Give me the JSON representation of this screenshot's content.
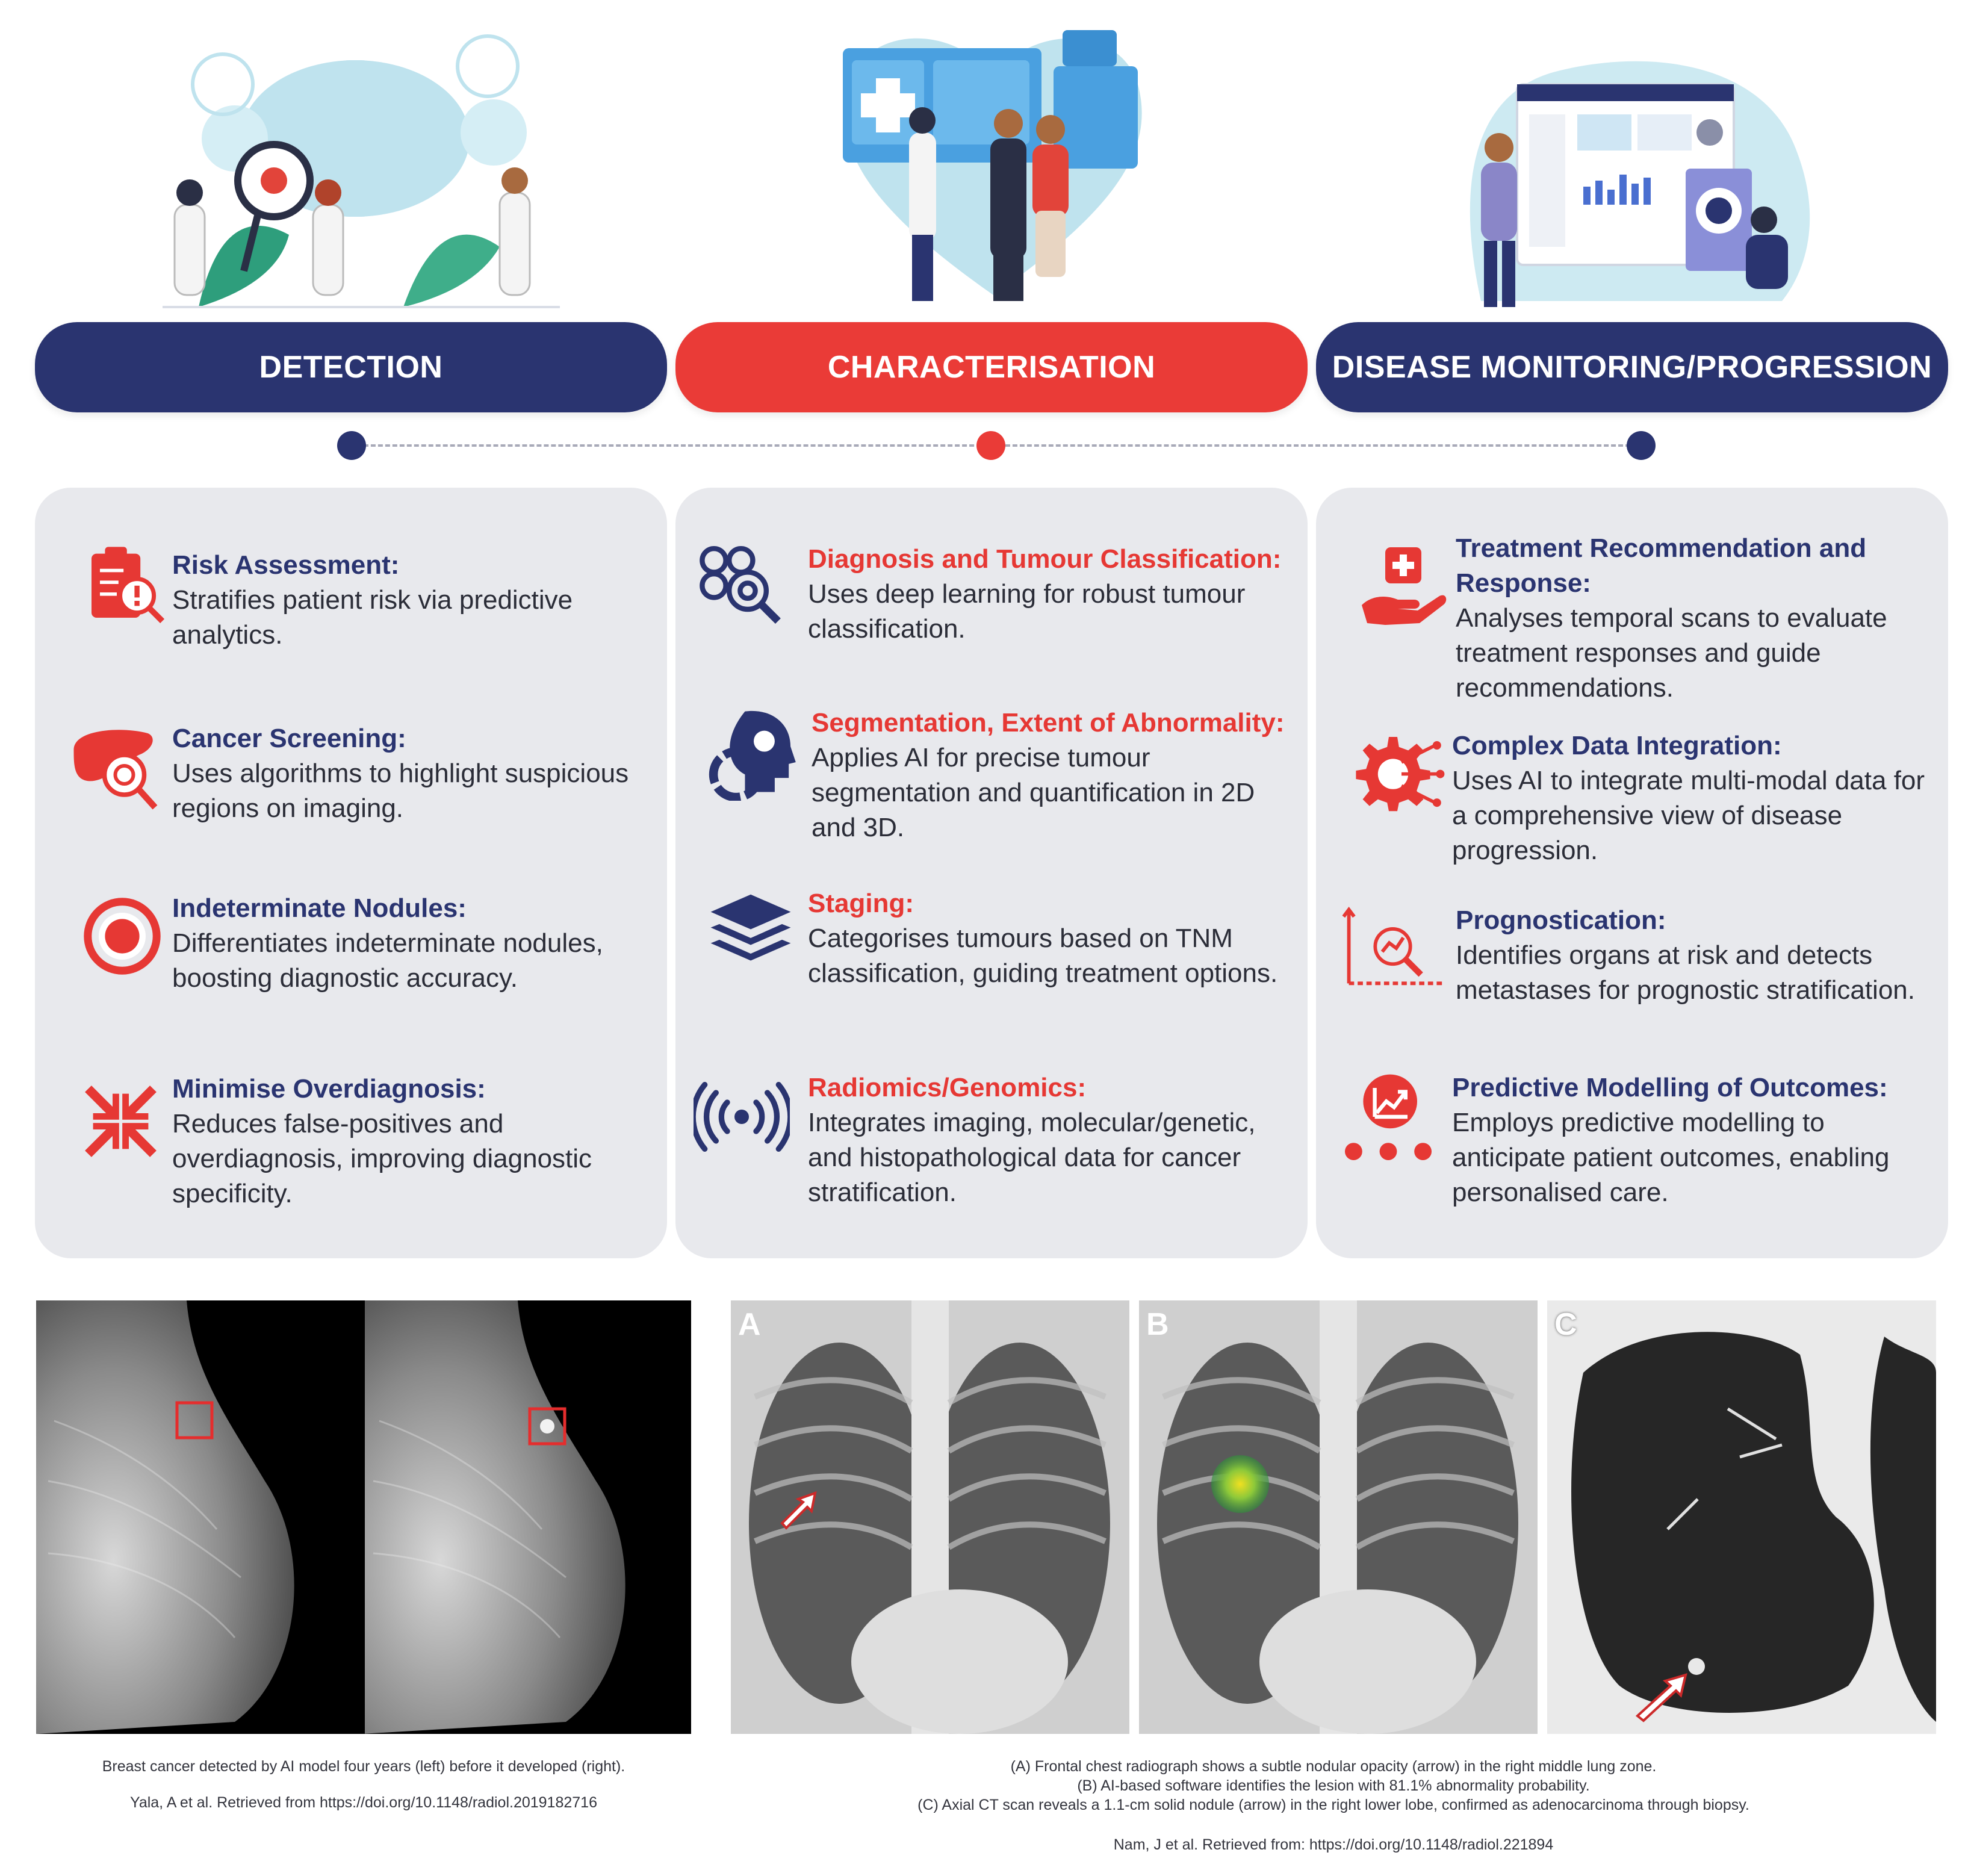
{
  "stages": [
    {
      "label": "DETECTION",
      "color": "#2a3470"
    },
    {
      "label": "CHARACTERISATION",
      "color": "#ea3b37"
    },
    {
      "label": "DISEASE MONITORING/PROGRESSION",
      "color": "#2a3470"
    }
  ],
  "detection": [
    {
      "title": "Risk Assessment:",
      "desc": "Stratifies patient risk via predictive analytics.",
      "icon": "clipboard-warning-icon"
    },
    {
      "title": "Cancer Screening:",
      "desc": "Uses algorithms to highlight suspicious regions on imaging.",
      "icon": "liver-magnifier-icon"
    },
    {
      "title": "Indeterminate Nodules:",
      "desc": "Differentiates indeterminate nodules, boosting diagnostic accuracy.",
      "icon": "target-icon"
    },
    {
      "title": "Minimise Overdiagnosis:",
      "desc": "Reduces false-positives and overdiagnosis, improving diagnostic specificity.",
      "icon": "compress-arrows-icon"
    }
  ],
  "characterisation": [
    {
      "title": "Diagnosis and Tumour Classification:",
      "desc": "Uses deep learning for robust tumour classification.",
      "icon": "cells-magnifier-icon"
    },
    {
      "title": "Segmentation, Extent of Abnormality:",
      "desc": "Applies AI for precise tumour segmentation and quantification in 2D and 3D.",
      "icon": "head-segmentation-icon"
    },
    {
      "title": "Staging:",
      "desc": "Categorises tumours based on TNM classification, guiding treatment options.",
      "icon": "layers-icon"
    },
    {
      "title": "Radiomics/Genomics:",
      "desc": "Integrates imaging, molecular/genetic, and histopathological data for cancer stratification.",
      "icon": "radio-waves-icon"
    }
  ],
  "monitoring": [
    {
      "title": "Treatment Recommendation and Response:",
      "desc": "Analyses temporal scans to evaluate treatment responses and guide recommendations.",
      "icon": "hand-medical-icon"
    },
    {
      "title": "Complex Data Integration:",
      "desc": "Uses AI to integrate multi-modal data for a comprehensive view of disease progression.",
      "icon": "gear-circuit-icon"
    },
    {
      "title": "Prognostication:",
      "desc": "Identifies organs at risk and detects metastases for prognostic stratification.",
      "icon": "chart-magnifier-icon"
    },
    {
      "title": "Predictive Modelling of Outcomes:",
      "desc": "Employs predictive modelling to anticipate patient outcomes, enabling personalised care.",
      "icon": "trend-chart-icon"
    }
  ],
  "images": {
    "panel_letters": [
      "A",
      "B",
      "C"
    ],
    "left_caption": "Breast cancer detected by AI model four years (left) before it developed (right).",
    "left_source": "Yala, A et al. Retrieved from https://doi.org/10.1148/radiol.2019182716",
    "right_caption_a": "(A) Frontal chest radiograph shows a subtle nodular opacity (arrow) in the right middle lung zone.",
    "right_caption_b": "(B) AI-based software identifies the lesion with 81.1% abnormality probability.",
    "right_caption_c": "(C) Axial CT scan reveals a 1.1-cm solid nodule (arrow) in the right lower lobe, confirmed as adenocarcinoma through biopsy.",
    "right_source": "Nam, J et al. Retrieved from: https://doi.org/10.1148/radiol.221894"
  },
  "colors": {
    "navy": "#2a3470",
    "red": "#ea3b37",
    "panel": "#e8e9ed"
  }
}
